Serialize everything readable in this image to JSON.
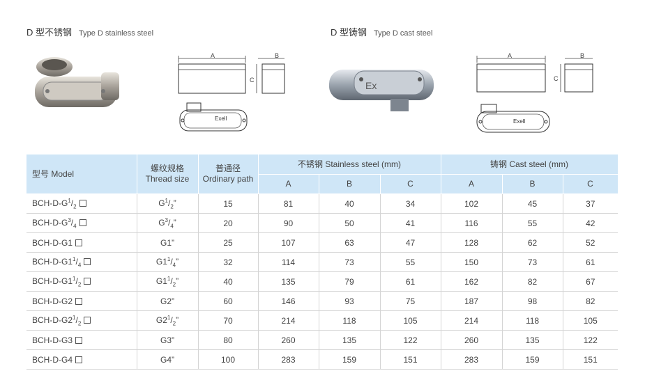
{
  "sections": {
    "stainless": {
      "title_cn": "D 型不锈钢",
      "title_en": "Type D stainless steel",
      "label": "Exell"
    },
    "cast": {
      "title_cn": "D 型铸钢",
      "title_en": "Type D cast steel",
      "label": "Exell",
      "photo_mark": "Ex"
    }
  },
  "dims": {
    "a": "A",
    "b": "B",
    "c": "C"
  },
  "table": {
    "headers": {
      "model": "型号  Model",
      "thread_cn": "螺纹规格",
      "thread_en": "Thread size",
      "path_cn": "普通径",
      "path_en": "Ordinary path",
      "stainless": "不锈钢  Stainless steel  (mm)",
      "cast": "铸钢  Cast steel  (mm)",
      "sub": [
        "A",
        "B",
        "C",
        "A",
        "B",
        "C"
      ]
    },
    "rows": [
      {
        "model_pre": "BCH-D-G",
        "model_int": "",
        "num": "1",
        "den": "2",
        "thread_pre": "G",
        "thread_int": "",
        "tnum": "1",
        "tden": "2",
        "path": "15",
        "sa": "81",
        "sb": "40",
        "sc": "34",
        "ca": "102",
        "cb": "45",
        "cc": "37"
      },
      {
        "model_pre": "BCH-D-G",
        "model_int": "",
        "num": "3",
        "den": "4",
        "thread_pre": "G",
        "thread_int": "",
        "tnum": "3",
        "tden": "4",
        "path": "20",
        "sa": "90",
        "sb": "50",
        "sc": "41",
        "ca": "116",
        "cb": "55",
        "cc": "42"
      },
      {
        "model_pre": "BCH-D-G1",
        "model_int": "",
        "num": "",
        "den": "",
        "thread_pre": "G1",
        "thread_int": "",
        "tnum": "",
        "tden": "",
        "path": "25",
        "sa": "107",
        "sb": "63",
        "sc": "47",
        "ca": "128",
        "cb": "62",
        "cc": "52"
      },
      {
        "model_pre": "BCH-D-G1",
        "model_int": "",
        "num": "1",
        "den": "4",
        "thread_pre": "G1",
        "thread_int": "",
        "tnum": "1",
        "tden": "4",
        "path": "32",
        "sa": "114",
        "sb": "73",
        "sc": "55",
        "ca": "150",
        "cb": "73",
        "cc": "61"
      },
      {
        "model_pre": "BCH-D-G1",
        "model_int": "",
        "num": "1",
        "den": "2",
        "thread_pre": "G1",
        "thread_int": "",
        "tnum": "1",
        "tden": "2",
        "path": "40",
        "sa": "135",
        "sb": "79",
        "sc": "61",
        "ca": "162",
        "cb": "82",
        "cc": "67"
      },
      {
        "model_pre": "BCH-D-G2",
        "model_int": "",
        "num": "",
        "den": "",
        "thread_pre": "G2",
        "thread_int": "",
        "tnum": "",
        "tden": "",
        "path": "60",
        "sa": "146",
        "sb": "93",
        "sc": "75",
        "ca": "187",
        "cb": "98",
        "cc": "82"
      },
      {
        "model_pre": "BCH-D-G2",
        "model_int": "",
        "num": "1",
        "den": "2",
        "thread_pre": "G2",
        "thread_int": "",
        "tnum": "1",
        "tden": "2",
        "path": "70",
        "sa": "214",
        "sb": "118",
        "sc": "105",
        "ca": "214",
        "cb": "118",
        "cc": "105"
      },
      {
        "model_pre": "BCH-D-G3",
        "model_int": "",
        "num": "",
        "den": "",
        "thread_pre": "G3",
        "thread_int": "",
        "tnum": "",
        "tden": "",
        "path": "80",
        "sa": "260",
        "sb": "135",
        "sc": "122",
        "ca": "260",
        "cb": "135",
        "cc": "122"
      },
      {
        "model_pre": "BCH-D-G4",
        "model_int": "",
        "num": "",
        "den": "",
        "thread_pre": "G4",
        "thread_int": "",
        "tnum": "",
        "tden": "",
        "path": "100",
        "sa": "283",
        "sb": "159",
        "sc": "151",
        "ca": "283",
        "cb": "159",
        "cc": "151"
      }
    ]
  }
}
